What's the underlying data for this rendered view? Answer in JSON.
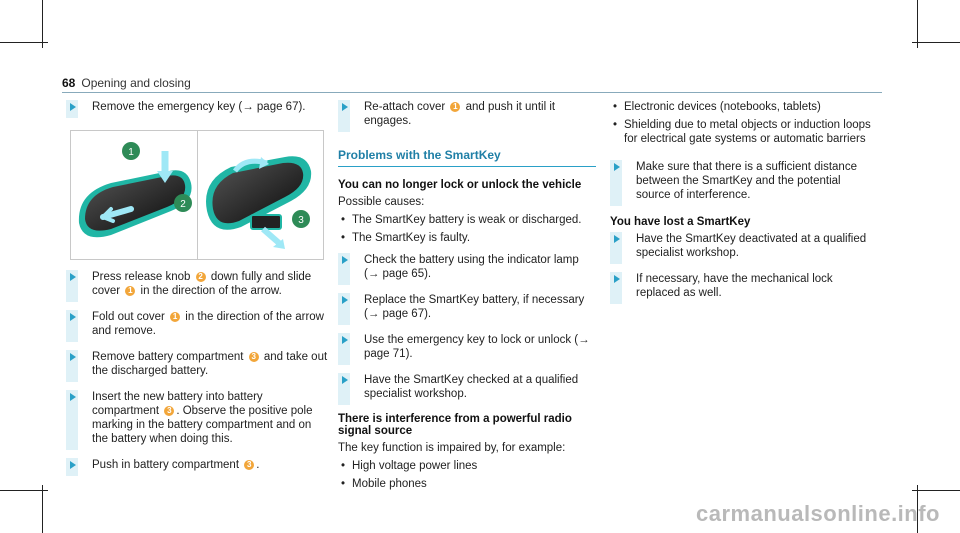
{
  "header": {
    "page_number": "68",
    "section_title": "Opening and closing"
  },
  "left_column": {
    "first_step": {
      "text": "Remove the emergency key (→ page 67)."
    },
    "figure": {
      "callouts": [
        "1",
        "2",
        "3"
      ]
    },
    "steps": [
      {
        "parts": [
          "Press release knob ",
          "2",
          " down fully and slide cover ",
          "1",
          " in the direction of the arrow."
        ]
      },
      {
        "parts": [
          "Fold out cover ",
          "1",
          " in the direction of the arrow and remove."
        ]
      },
      {
        "parts": [
          "Remove battery compartment ",
          "3",
          " and take out the discharged battery."
        ]
      },
      {
        "parts": [
          "Insert the new battery into battery compartment ",
          "3",
          ". Observe the positive pole marking in the battery compartment and on the battery when doing this."
        ]
      },
      {
        "parts": [
          "Push in battery compartment ",
          "3",
          "."
        ]
      }
    ]
  },
  "middle_column": {
    "reattach_step": {
      "parts": [
        "Re-attach cover ",
        "1",
        " and push it until it engages."
      ]
    },
    "heading": "Problems with the SmartKey",
    "problem1": {
      "title": "You can no longer lock or unlock the vehicle",
      "causes_label": "Possible causes:",
      "causes": [
        "The SmartKey battery is weak or discharged.",
        "The SmartKey is faulty."
      ],
      "steps": [
        "Check the battery using the indicator lamp (→ page 65).",
        "Replace the SmartKey battery, if necessary (→ page 67).",
        "Use the emergency key to lock or unlock (→ page 71).",
        "Have the SmartKey checked at a qualified specialist workshop."
      ]
    },
    "problem2": {
      "title": "There is interference from a powerful radio signal source",
      "intro": "The key function is impaired by, for example:",
      "items": [
        "High voltage power lines",
        "Mobile phones"
      ]
    }
  },
  "right_column": {
    "items": [
      "Electronic devices (notebooks, tablets)",
      "Shielding due to metal objects or induction loops for electrical gate systems or automatic barriers"
    ],
    "step1": "Make sure that there is a sufficient distance between the SmartKey and the potential source of interference.",
    "lost_title": "You have lost a SmartKey",
    "lost_steps": [
      "Have the SmartKey deactivated at a qualified specialist workshop.",
      "If necessary, have the mechanical lock replaced as well."
    ]
  },
  "watermark": "carmanualsonline.info",
  "colors": {
    "accent": "#2aa0c7",
    "callout": "#f2a63a",
    "stripe": "#dff1f7"
  }
}
